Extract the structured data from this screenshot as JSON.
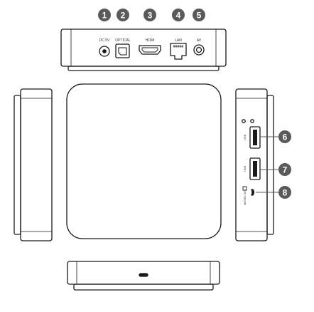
{
  "rear_ports": [
    {
      "number": "1",
      "label": "DC 5V"
    },
    {
      "number": "2",
      "label": "OPTICAL"
    },
    {
      "number": "3",
      "label": "HDMI"
    },
    {
      "number": "4",
      "label": "LAN"
    },
    {
      "number": "5",
      "label": "AV"
    }
  ],
  "side_ports": [
    {
      "number": "6",
      "label": "USB"
    },
    {
      "number": "7",
      "label": "USB"
    },
    {
      "number": "8",
      "label": "MICRO SD"
    }
  ],
  "colors": {
    "outline": "#1a1a1a",
    "callout": "#5a5a5a",
    "callout_text": "#ffffff"
  }
}
